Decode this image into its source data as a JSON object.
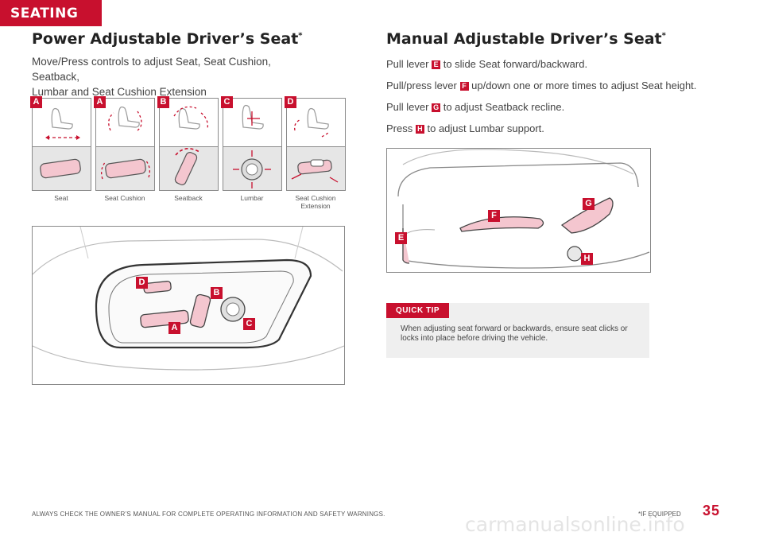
{
  "section": "SEATING",
  "power": {
    "title": "Power Adjustable Driver’s Seat",
    "title_mark": "*",
    "intro_line1": "Move/Press controls to adjust Seat, Seat Cushion, Seatback,",
    "intro_line2": "Lumbar and Seat Cushion Extension",
    "panels": [
      {
        "badge": "A",
        "caption": "Seat",
        "caption2": ""
      },
      {
        "badge": "A",
        "caption": "Seat Cushion",
        "caption2": ""
      },
      {
        "badge": "B",
        "caption": "Seatback",
        "caption2": ""
      },
      {
        "badge": "C",
        "caption": "Lumbar",
        "caption2": ""
      },
      {
        "badge": "D",
        "caption": "Seat Cushion",
        "caption2": "Extension"
      }
    ],
    "figure_labels": {
      "a": "A",
      "b": "B",
      "c": "C",
      "d": "D"
    }
  },
  "manual": {
    "title": "Manual Adjustable Driver’s Seat",
    "title_mark": "*",
    "steps": [
      {
        "pre": "Pull lever",
        "badge": "E",
        "post": "to slide Seat forward/backward."
      },
      {
        "pre": "Pull/press lever",
        "badge": "F",
        "post": "up/down one or more times to adjust Seat height."
      },
      {
        "pre": "Pull lever",
        "badge": "G",
        "post": "to adjust Seatback recline."
      },
      {
        "pre": "Press",
        "badge": "H",
        "post": "to adjust Lumbar support."
      }
    ],
    "figure_labels": {
      "e": "E",
      "f": "F",
      "g": "G",
      "h": "H"
    }
  },
  "quick_tip": {
    "label": "QUICK TIP",
    "text": "When adjusting seat forward or backwards, ensure seat clicks or locks into place before driving the vehicle."
  },
  "footer": {
    "disclaimer": "ALWAYS CHECK THE OWNER’S MANUAL FOR COMPLETE OPERATING INFORMATION AND SAFETY WARNINGS.",
    "footnote": "*IF EQUIPPED",
    "page": "35",
    "watermark": "carmanualsonline.info"
  },
  "colors": {
    "accent": "#c8102e",
    "highlight": "#f4c6cf",
    "panel_bg": "#e6e6e6"
  }
}
